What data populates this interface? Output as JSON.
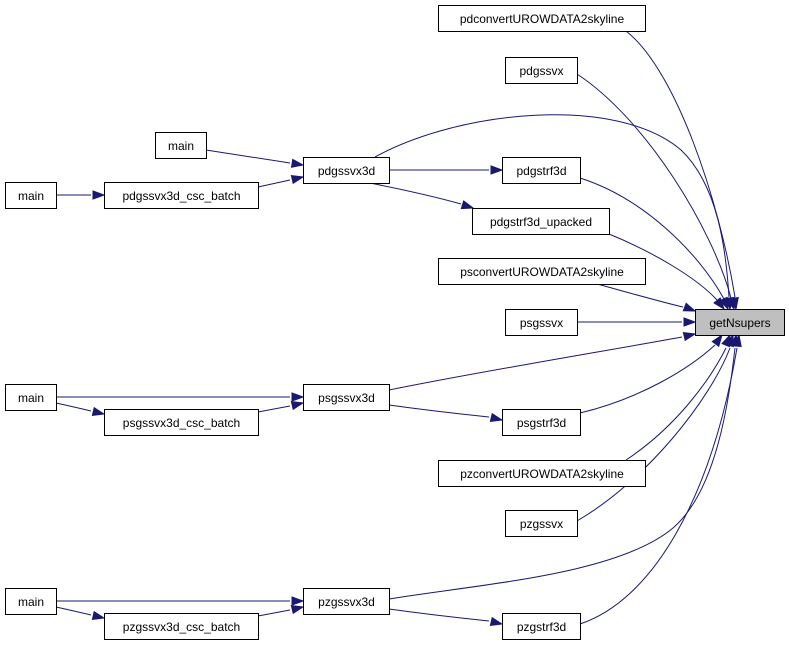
{
  "diagram": {
    "colors": {
      "edge": "#191970",
      "node_fill": "#ffffff",
      "target_fill": "#bfbfbf",
      "border": "#000000"
    },
    "nodes": [
      {
        "id": "getNsupers",
        "label": "getNsupers",
        "target": true
      },
      {
        "id": "pdconvert",
        "label": "pdconvertUROWDATA2skyline"
      },
      {
        "id": "pdgssvx",
        "label": "pdgssvx"
      },
      {
        "id": "main_a",
        "label": "main"
      },
      {
        "id": "pdgssvx3d",
        "label": "pdgssvx3d"
      },
      {
        "id": "pdgstrf3d",
        "label": "pdgstrf3d"
      },
      {
        "id": "main_b",
        "label": "main"
      },
      {
        "id": "pdgssvx3d_csc_batch",
        "label": "pdgssvx3d_csc_batch"
      },
      {
        "id": "pdgstrf3d_upacked",
        "label": "pdgstrf3d_upacked"
      },
      {
        "id": "psconvert",
        "label": "psconvertUROWDATA2skyline"
      },
      {
        "id": "psgssvx",
        "label": "psgssvx"
      },
      {
        "id": "main_c",
        "label": "main"
      },
      {
        "id": "psgssvx3d",
        "label": "psgssvx3d"
      },
      {
        "id": "psgssvx3d_csc_batch",
        "label": "psgssvx3d_csc_batch"
      },
      {
        "id": "psgstrf3d",
        "label": "psgstrf3d"
      },
      {
        "id": "pzconvert",
        "label": "pzconvertUROWDATA2skyline"
      },
      {
        "id": "pzgssvx",
        "label": "pzgssvx"
      },
      {
        "id": "main_d",
        "label": "main"
      },
      {
        "id": "pzgssvx3d",
        "label": "pzgssvx3d"
      },
      {
        "id": "pzgssvx3d_csc_batch",
        "label": "pzgssvx3d_csc_batch"
      },
      {
        "id": "pzgstrf3d",
        "label": "pzgstrf3d"
      }
    ],
    "edges": [
      {
        "from": "pdconvert",
        "to": "getNsupers"
      },
      {
        "from": "pdgssvx",
        "to": "getNsupers"
      },
      {
        "from": "pdgssvx3d",
        "to": "getNsupers"
      },
      {
        "from": "pdgstrf3d",
        "to": "getNsupers"
      },
      {
        "from": "pdgstrf3d_upacked",
        "to": "getNsupers"
      },
      {
        "from": "psconvert",
        "to": "getNsupers"
      },
      {
        "from": "psgssvx",
        "to": "getNsupers"
      },
      {
        "from": "psgssvx3d",
        "to": "getNsupers"
      },
      {
        "from": "psgstrf3d",
        "to": "getNsupers"
      },
      {
        "from": "pzconvert",
        "to": "getNsupers"
      },
      {
        "from": "pzgssvx",
        "to": "getNsupers"
      },
      {
        "from": "pzgssvx3d",
        "to": "getNsupers"
      },
      {
        "from": "pzgstrf3d",
        "to": "getNsupers"
      },
      {
        "from": "main_a",
        "to": "pdgssvx3d"
      },
      {
        "from": "pdgssvx3d_csc_batch",
        "to": "pdgssvx3d"
      },
      {
        "from": "main_b",
        "to": "pdgssvx3d_csc_batch"
      },
      {
        "from": "pdgssvx3d",
        "to": "pdgstrf3d"
      },
      {
        "from": "pdgssvx3d",
        "to": "pdgstrf3d_upacked"
      },
      {
        "from": "main_c",
        "to": "psgssvx3d"
      },
      {
        "from": "psgssvx3d_csc_batch",
        "to": "psgssvx3d"
      },
      {
        "from": "main_c",
        "to": "psgssvx3d_csc_batch"
      },
      {
        "from": "psgssvx3d",
        "to": "psgstrf3d"
      },
      {
        "from": "main_d",
        "to": "pzgssvx3d"
      },
      {
        "from": "pzgssvx3d_csc_batch",
        "to": "pzgssvx3d"
      },
      {
        "from": "main_d",
        "to": "pzgssvx3d_csc_batch"
      },
      {
        "from": "pzgssvx3d",
        "to": "pzgstrf3d"
      }
    ]
  }
}
